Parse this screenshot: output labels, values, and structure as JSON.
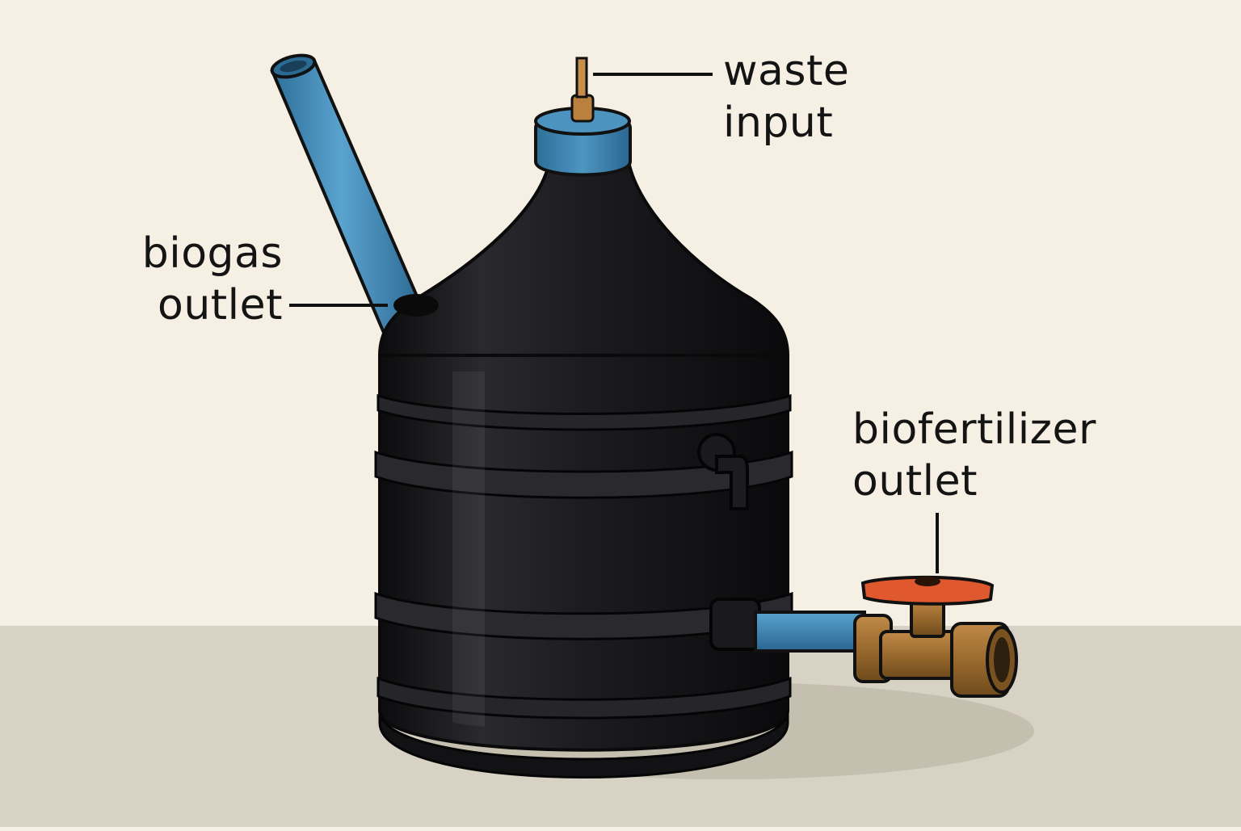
{
  "labels": {
    "waste_input": [
      "waste",
      "input"
    ],
    "biogas_outlet": [
      "biogas",
      "outlet"
    ],
    "biofertilizer_outlet": [
      "biofertilizer",
      "outlet"
    ]
  },
  "colors": {
    "background": "#f5f0e3",
    "floor": "#d8d2c4",
    "tank": "#1b1b1e",
    "pipe": "#3e88b4",
    "valve_brass": "#9a6a2e",
    "valve_handle": "#e0582e"
  }
}
